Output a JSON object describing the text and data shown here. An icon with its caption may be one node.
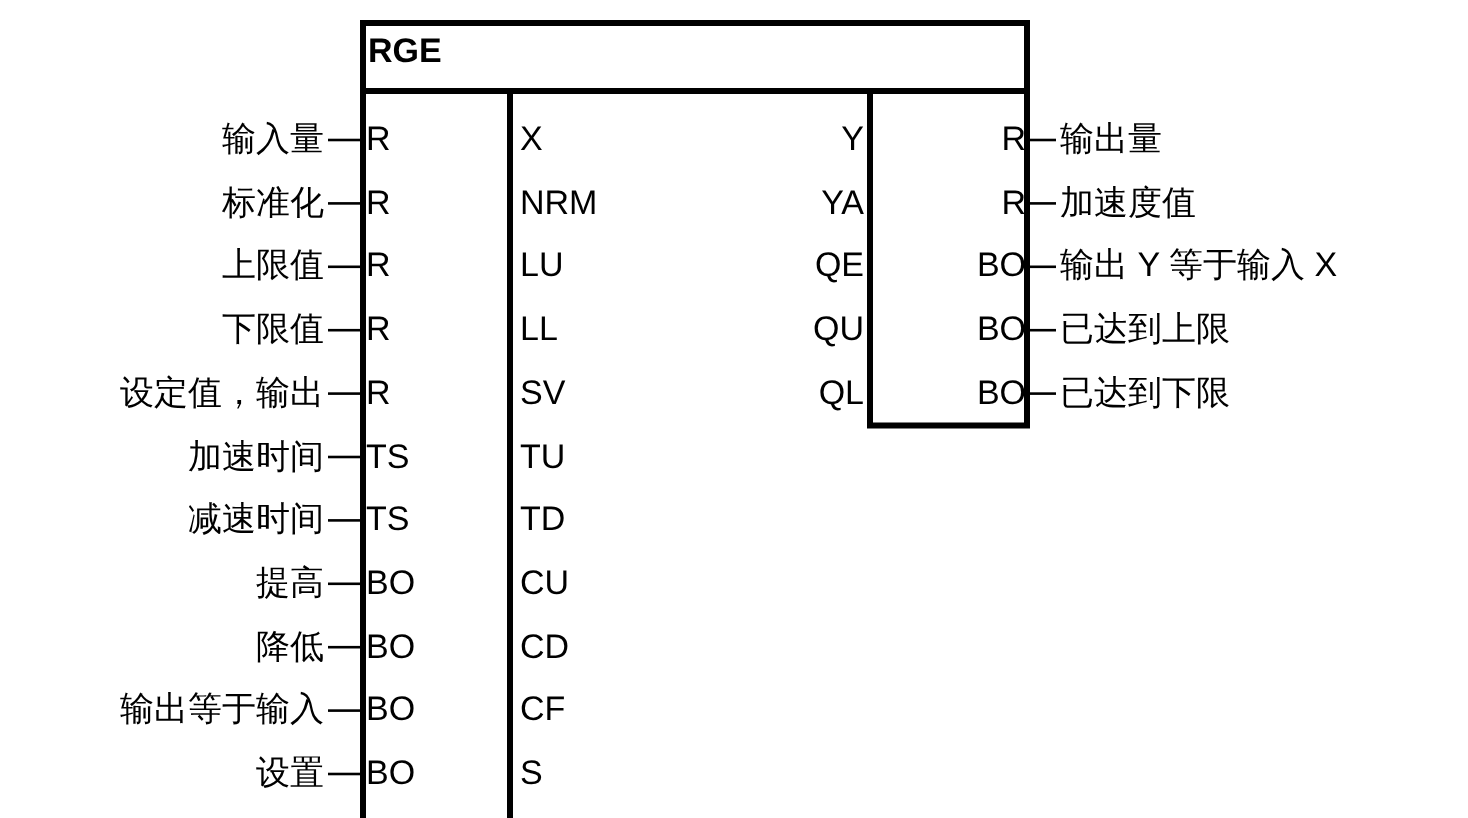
{
  "diagram": {
    "nodes": [
      {
        "text": [
          "RGE"
        ]
      },
      {
        "text": [
          "输入量"
        ]
      },
      {
        "text": [
          "标准化"
        ]
      },
      {
        "text": [
          "上限值"
        ]
      },
      {
        "text": [
          "下限值"
        ]
      },
      {
        "text": [
          "设定值，输出"
        ]
      },
      {
        "text": [
          "加速时间"
        ]
      },
      {
        "text": [
          "减速时间"
        ]
      },
      {
        "text": [
          "提高"
        ]
      },
      {
        "text": [
          "降低"
        ]
      },
      {
        "text": [
          "输出等于输入"
        ]
      },
      {
        "text": [
          "设置"
        ]
      },
      {
        "text": [
          "输出量"
        ]
      },
      {
        "text": [
          "加速度值"
        ]
      },
      {
        "text": [
          "输出 Y 等于输入 X"
        ]
      },
      {
        "text": [
          "已达到上限"
        ]
      },
      {
        "text": [
          "已达到下限"
        ]
      }
    ],
    "edges": [
      {
        "from": 1,
        "to": 0,
        "arrow": "none"
      },
      {
        "from": 2,
        "to": 0,
        "arrow": "none"
      },
      {
        "from": 3,
        "to": 0,
        "arrow": "none"
      },
      {
        "from": 4,
        "to": 0,
        "arrow": "none"
      },
      {
        "from": 5,
        "to": 0,
        "arrow": "none"
      },
      {
        "from": 6,
        "to": 0,
        "arrow": "none"
      },
      {
        "from": 7,
        "to": 0,
        "arrow": "none"
      },
      {
        "from": 8,
        "to": 0,
        "arrow": "none"
      },
      {
        "from": 9,
        "to": 0,
        "arrow": "none"
      },
      {
        "from": 10,
        "to": 0,
        "arrow": "none"
      },
      {
        "from": 11,
        "to": 0,
        "arrow": "none"
      },
      {
        "from": 0,
        "to": 12,
        "arrow": "none"
      },
      {
        "from": 0,
        "to": 13,
        "arrow": "none"
      },
      {
        "from": 0,
        "to": 14,
        "arrow": "none"
      },
      {
        "from": 0,
        "to": 15,
        "arrow": "none"
      },
      {
        "from": 0,
        "to": 16,
        "arrow": "none"
      }
    ],
    "labels": [
      "R",
      "X",
      "Y",
      "R",
      "R",
      "NRM",
      "YA",
      "R",
      "R",
      "LU",
      "QE",
      "BO",
      "R",
      "LL",
      "QU",
      "BO",
      "R",
      "SV",
      "QL",
      "BO",
      "TS",
      "TU",
      "TS",
      "TD",
      "BO",
      "CU",
      "BO",
      "CD",
      "BO",
      "CF",
      "BO",
      "S"
    ]
  }
}
